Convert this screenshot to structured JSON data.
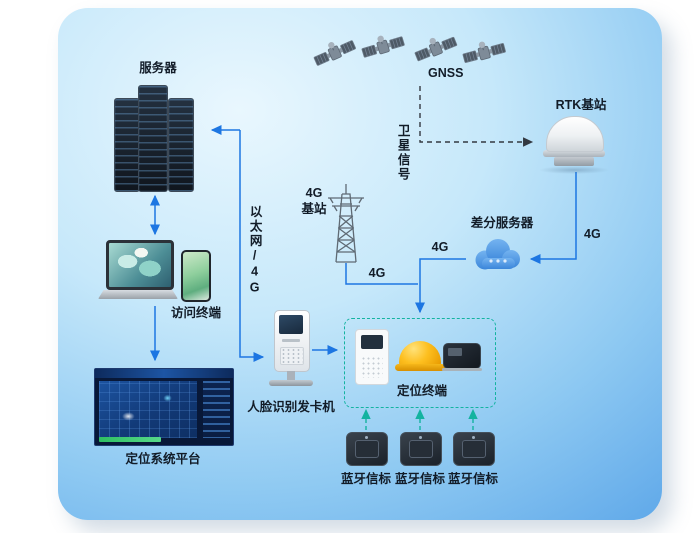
{
  "panel": {
    "labels": {
      "server": "服务器",
      "gnss": "GNSS",
      "rtk_station": "RTK基站",
      "satellite_signal": "卫星信号",
      "tower_4g_line1": "4G",
      "tower_4g_line2": "基站",
      "ethernet_4g": "以太网/4G",
      "diff_server": "差分服务器",
      "link_4g_tower": "4G",
      "link_4g_cloud": "4G",
      "link_4g_rtk": "4G",
      "access_terminal": "访问终端",
      "platform": "定位系统平台",
      "face_machine": "人脸识别发卡机",
      "positioning_terminal": "定位终端",
      "beacons": [
        "蓝牙信标",
        "蓝牙信标",
        "蓝牙信标"
      ]
    },
    "colors": {
      "line_blue": "#1d76e2",
      "signal_dashed": "#333941",
      "beacon_teal": "#14b3a0",
      "helmet_yellow": "#f6b51d",
      "cloud_blue": "#4b97e4",
      "panel_gradient_start": "#e9f7fe",
      "panel_gradient_end": "#4f9de6"
    }
  }
}
